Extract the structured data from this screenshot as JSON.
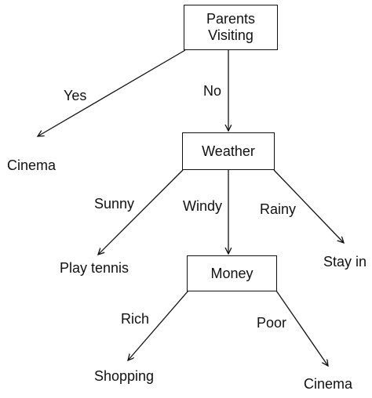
{
  "nodes": {
    "root_line1": "Parents",
    "root_line2": "Visiting",
    "weather": "Weather",
    "money": "Money"
  },
  "leaves": {
    "cinema_left": "Cinema",
    "play_tennis": "Play tennis",
    "stay_in": "Stay in",
    "shopping": "Shopping",
    "cinema_right": "Cinema"
  },
  "edge_labels": {
    "yes": "Yes",
    "no": "No",
    "sunny": "Sunny",
    "windy": "Windy",
    "rainy": "Rainy",
    "rich": "Rich",
    "poor": "Poor"
  },
  "colors": {
    "stroke": "#111111",
    "background": "#ffffff"
  }
}
